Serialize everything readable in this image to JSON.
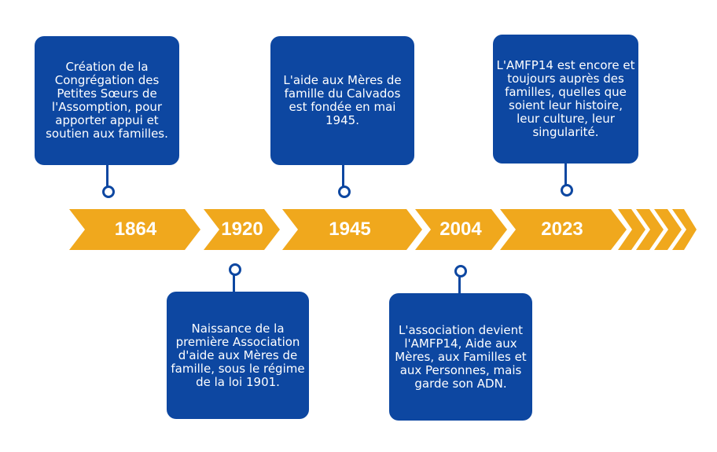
{
  "colors": {
    "card": "#0d47a1",
    "band": "#f0a81d",
    "text_on_card": "#ffffff"
  },
  "timeline": {
    "years": [
      "1864",
      "1920",
      "1945",
      "2004",
      "2023"
    ],
    "events": [
      {
        "year": "1864",
        "text": "Création de la Congrégation des Petites Sœurs de l'Assomption, pour apporter appui et soutien aux familles."
      },
      {
        "year": "1920",
        "text": "Naissance de la première Association d'aide aux Mères de famille, sous le régime de la loi 1901."
      },
      {
        "year": "1945",
        "text": "L'aide aux Mères de famille du Calvados est fondée en mai 1945."
      },
      {
        "year": "2004",
        "text": "L'association devient l'AMFP14, Aide aux Mères, aux Familles et aux Personnes, mais garde son ADN."
      },
      {
        "year": "2023",
        "text": "L'AMFP14 est encore et toujours auprès des familles, quelles que soient leur histoire, leur culture, leur singularité."
      }
    ]
  }
}
